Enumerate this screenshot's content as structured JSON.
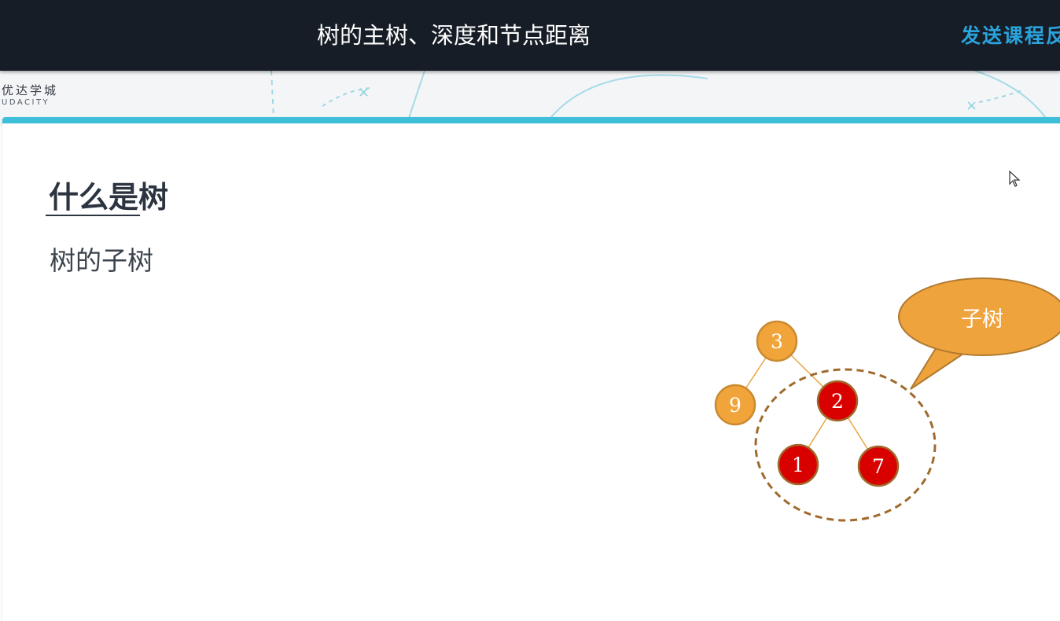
{
  "header": {
    "title": "树的主树、深度和节点距离",
    "send_label": "发送课程反"
  },
  "brand": {
    "name_cn": "优达学城",
    "name_en": "UDACITY"
  },
  "slide": {
    "heading": "什么是树",
    "subheading": "树的子树",
    "tree": {
      "root": "3",
      "left_child": "9",
      "right_child": "2",
      "right_left": "1",
      "right_right": "7"
    },
    "callout_label": "子树"
  },
  "colors": {
    "topbar": "#161d26",
    "accent_link": "#2aa3dc",
    "slide_border": "#3dbfda",
    "node_orange": "#f0a43a",
    "node_red": "#d90000",
    "subtree_outline": "#a06a2c"
  }
}
